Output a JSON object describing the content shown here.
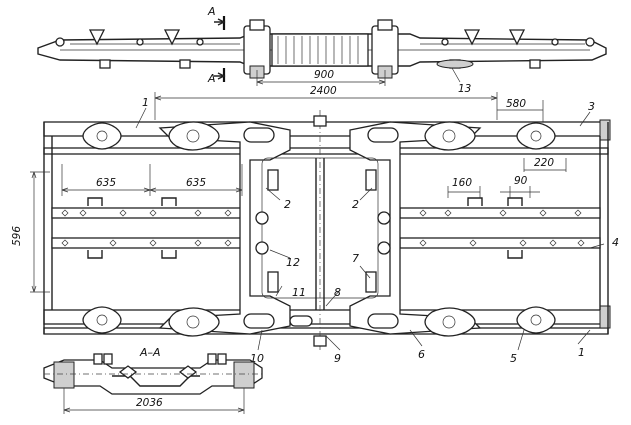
{
  "section_markers": {
    "top": "A",
    "bottom": "A",
    "view_title": "A–A"
  },
  "dimensions": {
    "d900": "900",
    "d2400": "2400",
    "d580": "580",
    "d220": "220",
    "d635a": "635",
    "d635b": "635",
    "d160": "160",
    "d90": "90",
    "d596": "596",
    "d2036": "2036"
  },
  "callouts": {
    "c1a": "1",
    "c1b": "1",
    "c2a": "2",
    "c2b": "2",
    "c3": "3",
    "c4": "4",
    "c5": "5",
    "c6": "6",
    "c7": "7",
    "c8": "8",
    "c9": "9",
    "c10": "10",
    "c11": "11",
    "c12": "12",
    "c13": "13"
  }
}
